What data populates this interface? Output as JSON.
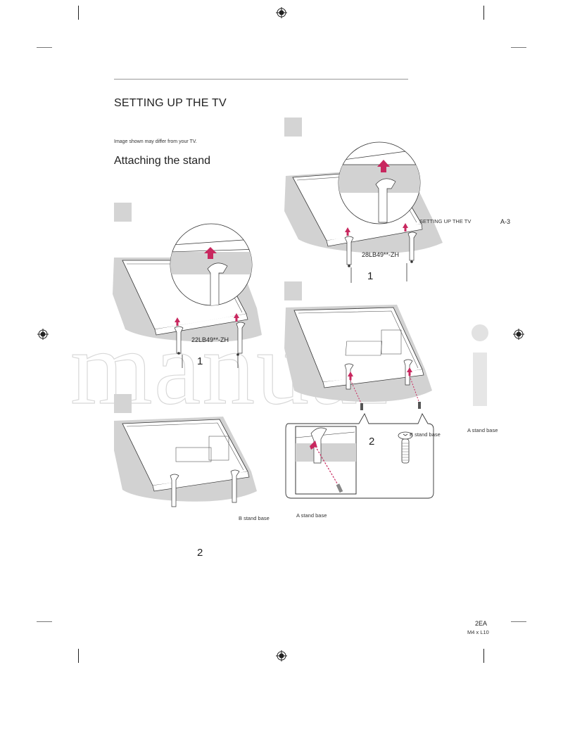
{
  "page": {
    "section_title": "SETTING UP THE TV",
    "disclaimer": "Image shown may differ from your TV.",
    "subsection_title": "Attaching the stand",
    "running_header": "SETTING UP THE TV",
    "page_number": "A-3",
    "watermark": "manuali"
  },
  "figures": {
    "fig_22": {
      "model": "22LB49**-ZH",
      "step_number": "1"
    },
    "fig_28": {
      "model": "28LB49**-ZH",
      "step_number": "1"
    },
    "fig_screw": {
      "step_number": "2",
      "b_stand_label": "B stand base",
      "a_stand_label_right": "A stand base",
      "a_stand_label_bottom": "A stand base"
    },
    "fig_assembled": {
      "b_stand_label": "B stand base",
      "step_number": "2"
    }
  },
  "screw_spec": {
    "quantity": "2EA",
    "size": "M4 x L10"
  },
  "colors": {
    "accent_arrow": "#c8285f",
    "shadow_gray": "#d2d2d2",
    "step_box_gray": "#d4d4d4"
  }
}
